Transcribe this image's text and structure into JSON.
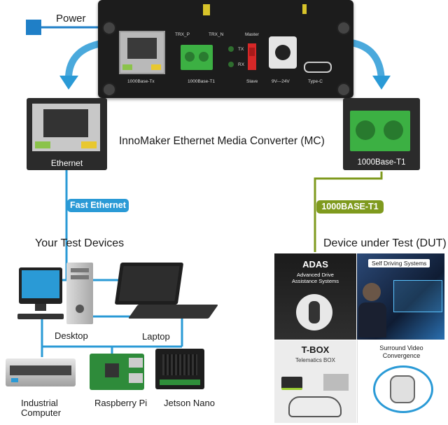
{
  "labels": {
    "power": "Power",
    "product_title": "InnoMaker Ethernet Media Converter (MC)",
    "ethernet": "Ethernet",
    "t1_port": "1000Base-T1",
    "fast_ethernet": "Fast Ethernet",
    "t1_link": "1000BASE-T1",
    "your_devices": "Your Test Devices",
    "dut": "Device under Test (DUT)",
    "desktop": "Desktop",
    "laptop": "Laptop",
    "industrial_1": "Industrial",
    "industrial_2": "Computer",
    "raspberry": "Raspberry Pi",
    "jetson": "Jetson Nano"
  },
  "device": {
    "port_tx": "1000Base-Tx",
    "port_t1": "1000Base-T1",
    "trx_p": "TRX_P",
    "trx_n": "TRX_N",
    "tx": "TX",
    "rx": "RX",
    "master": "Master",
    "slave": "Slave",
    "voltage": "9V---24V",
    "typec": "Type-C"
  },
  "dut_panels": {
    "adas_title": "ADAS",
    "adas_sub_1": "Advanced Drive",
    "adas_sub_2": "Assistance Systems",
    "self_driving": "Self Driving Systems",
    "tbox_title": "T-BOX",
    "tbox_sub": "Telematics BOX",
    "surround_1": "Surround Video",
    "surround_2": "Convergence"
  },
  "colors": {
    "power_blue": "#1f7fc7",
    "ethernet_blue": "#2a9ad6",
    "t1_olive": "#7f9a1e",
    "device_black": "#1c1c1c",
    "connector_green": "#3cb043"
  }
}
